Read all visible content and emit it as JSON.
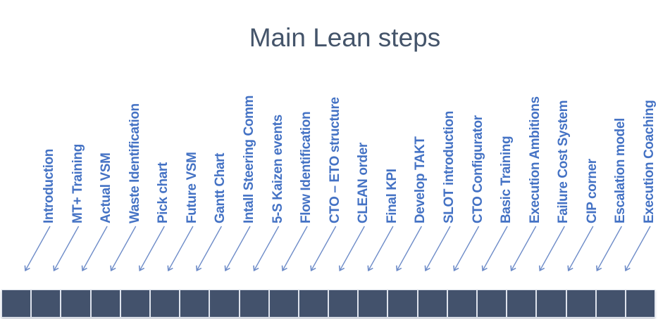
{
  "slide": {
    "title": "Main Lean steps"
  },
  "steps": [
    "Introduction",
    "MT+ Training",
    "Actual VSM",
    "Waste Identification",
    "Pick chart",
    "Future VSM",
    "Gantt Chart",
    "Intall Steering Comm",
    "5-S Kaizen events",
    "Flow Identification",
    "CTO – ETO structure",
    "CLEAN order",
    "Final KPI",
    "Develop TAKT",
    "SLOT introduction",
    "CTO Configurator",
    "Basic Training",
    "Execution Ambitions",
    "Failure Cost System",
    "CIP corner",
    "Escalation model",
    "Execution Coaching"
  ],
  "timeline": {
    "segment_count": 22
  },
  "colors": {
    "title": "#44546A",
    "labels": "#4472C4",
    "arrows": "#6E8CC8",
    "bar": "#43526C",
    "divider": "#DEE3ED"
  }
}
